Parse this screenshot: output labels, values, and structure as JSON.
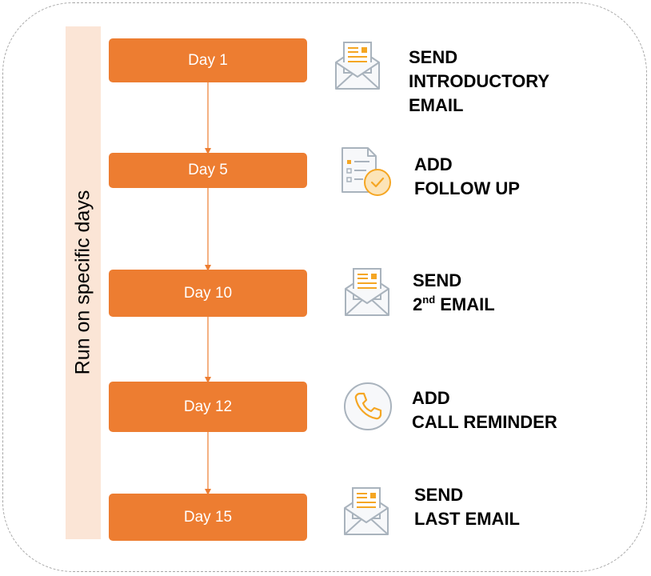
{
  "band": {
    "label": "Run on specific days"
  },
  "colors": {
    "accent": "#ed7d31",
    "band": "#fbe5d6",
    "icon_stroke": "#a9b3bd",
    "icon_fill": "#f7f8fa",
    "icon_accent": "#f5a623",
    "frame_border": "#a6a6a6"
  },
  "steps": [
    {
      "day": "Day 1",
      "icon": "envelope-letter-icon",
      "lines": [
        "SEND",
        "INTRODUCTORY",
        "EMAIL"
      ]
    },
    {
      "day": "Day 5",
      "icon": "document-check-icon",
      "lines": [
        "ADD",
        "FOLLOW UP"
      ]
    },
    {
      "day": "Day 10",
      "icon": "envelope-letter-icon",
      "lines": [
        "SEND"
      ],
      "ordinal": {
        "number": "2",
        "suffix": "nd",
        "rest": " EMAIL"
      }
    },
    {
      "day": "Day 12",
      "icon": "phone-icon",
      "lines": [
        "ADD",
        "CALL REMINDER"
      ]
    },
    {
      "day": "Day 15",
      "icon": "envelope-letter-icon",
      "lines": [
        "SEND",
        "LAST EMAIL"
      ]
    }
  ]
}
